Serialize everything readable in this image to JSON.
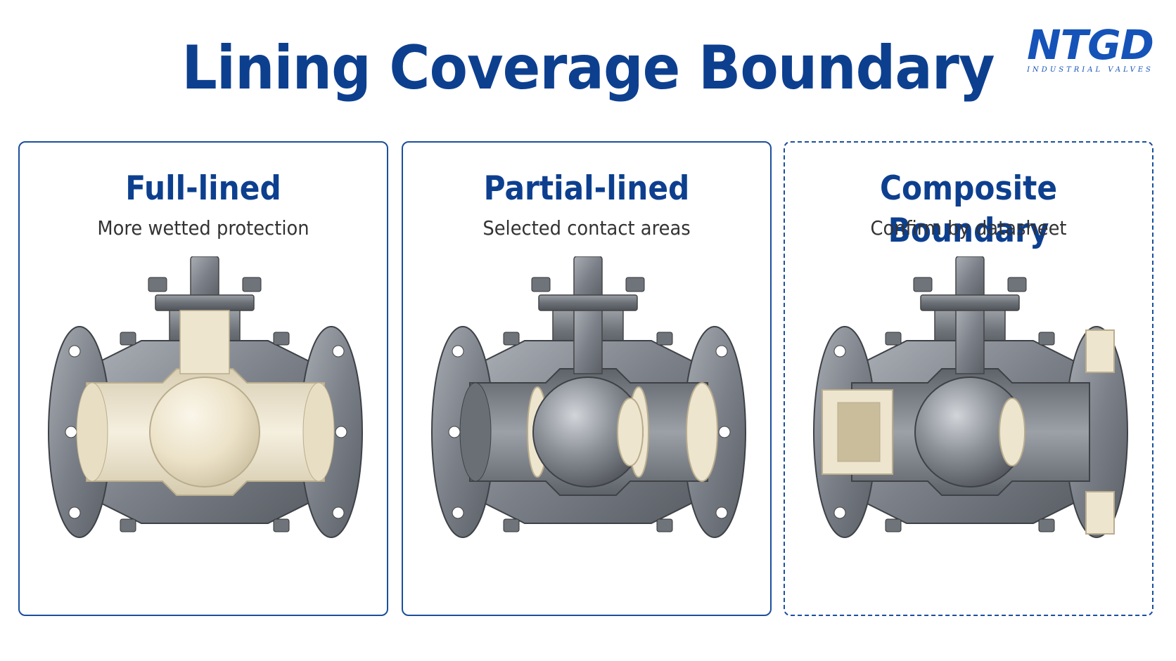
{
  "title": "Lining Coverage Boundary",
  "logo": {
    "brand": "NTGD",
    "tagline": "INDUSTRIAL VALVES"
  },
  "colors": {
    "title_blue": "#0d3f8f",
    "border_blue": "#1b4f9c",
    "steel": "#7b8088",
    "liner": "#eee5cf"
  },
  "panels": [
    {
      "title": "Full-lined",
      "subtitle": "More wetted protection",
      "border": "solid",
      "illustration": "ball-valve-full-liner-icon"
    },
    {
      "title": "Partial-lined",
      "subtitle": "Selected contact areas",
      "border": "solid",
      "illustration": "ball-valve-partial-liner-icon"
    },
    {
      "title": "Composite Boundary",
      "subtitle": "Confirm by datasheet",
      "border": "dashed",
      "illustration": "ball-valve-composite-liner-icon"
    }
  ]
}
